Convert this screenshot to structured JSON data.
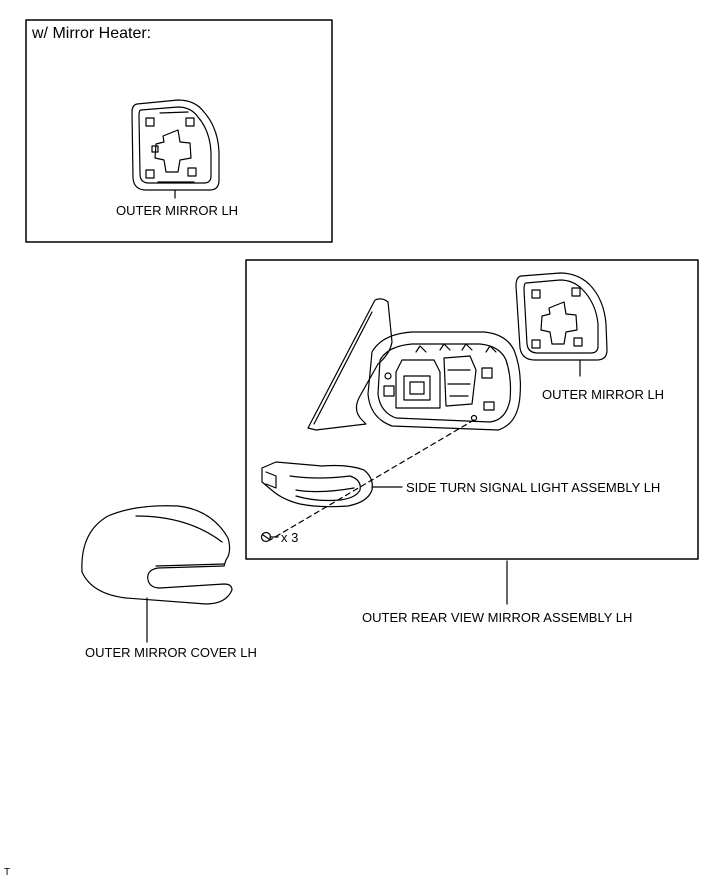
{
  "inset": {
    "title": "w/ Mirror Heater:",
    "mirror_label": "OUTER MIRROR LH"
  },
  "assembly": {
    "mirror_label": "OUTER MIRROR LH",
    "signal_label": "SIDE TURN SIGNAL LIGHT ASSEMBLY LH",
    "screw_count": "x 3",
    "assembly_label": "OUTER REAR VIEW MIRROR ASSEMBLY LH"
  },
  "cover": {
    "label": "OUTER MIRROR COVER LH"
  },
  "footer": {
    "mark": "T"
  }
}
